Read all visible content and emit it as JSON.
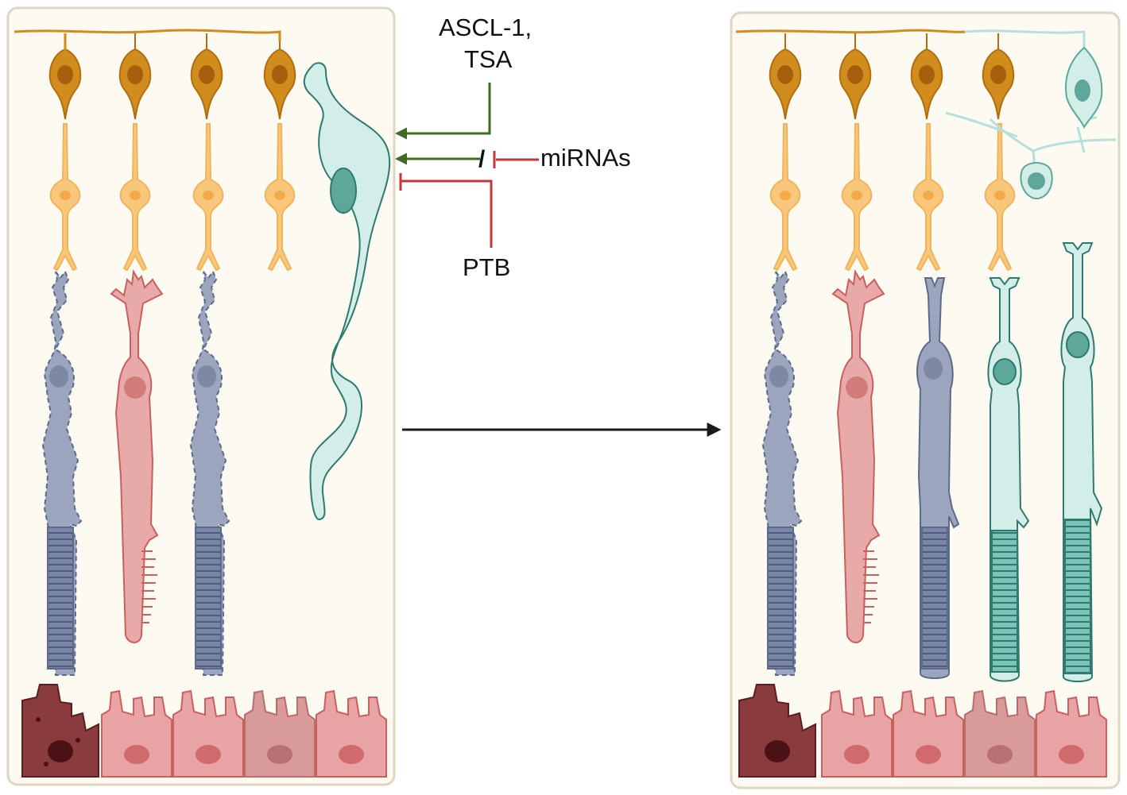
{
  "labels": {
    "ascl_line1": "ASCL-1,",
    "ascl_line2": "TSA",
    "mirnas": "miRNAs",
    "ptb": "PTB",
    "block_mark": "/"
  },
  "colors": {
    "panel_fill": "#fcfaf1",
    "panel_border": "#ddd6c0",
    "ganglion": "#d08c1c",
    "bipolar": "#f8c77c",
    "rod": "#9ba5bd",
    "cone": "#e7aaa8",
    "muller_glia": "#d3ede9",
    "rpe": "#e8a3a5",
    "rpe_dark": "#8a3b3e",
    "activator_arrow": "#3e6b22",
    "inhibitor": "#c0383a",
    "main_arrow": "#1a1a1a"
  },
  "icons": {
    "activator": "arrow-right-icon",
    "inhibitor": "inhibition-bar-icon",
    "conversion": "long-arrow-right-icon"
  }
}
